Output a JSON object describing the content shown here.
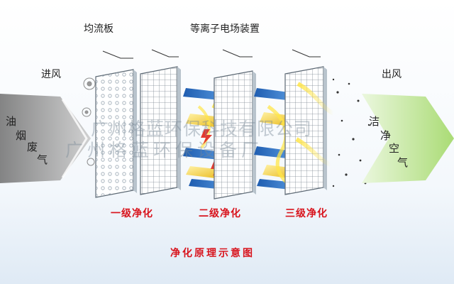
{
  "labels": {
    "baffle_plate": "均流板",
    "plasma_device": "等离子电场装置",
    "inlet": "进风",
    "outlet": "出风",
    "stage1": "一级净化",
    "stage2": "二级净化",
    "stage3": "三级净化",
    "caption": "净化原理示意图"
  },
  "inlet_chars": [
    "油",
    "烟",
    "废",
    "气"
  ],
  "outlet_chars": [
    "洁",
    "净",
    "空",
    "气"
  ],
  "watermark": {
    "line1": "广州格蓝环保科技有限公司",
    "line2": "广州格蓝环保设备厂"
  },
  "colors": {
    "stage_label": "#d8141d",
    "electrode_blue": "#2f73c8",
    "electrode_yellow": "#f0c419",
    "inlet_arrow": "#9a9a9a",
    "outlet_arrow": "#b9e58a"
  },
  "icons": {
    "electrode": "electrode-plate-icon",
    "discharge": "lightning-icon",
    "particle": "smoke-particle-icon",
    "flow": "arrow-right-icon"
  }
}
